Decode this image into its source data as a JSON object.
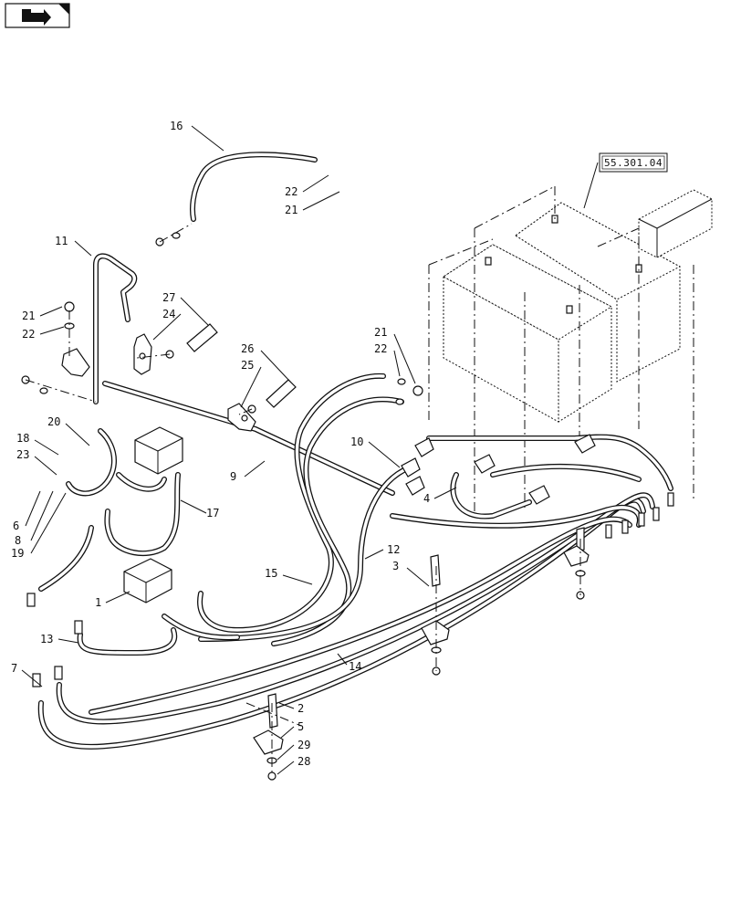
{
  "nav_icon": "page-arrow-icon",
  "reference_box": "55.301.04",
  "callouts": [
    {
      "label": "16"
    },
    {
      "label": "22"
    },
    {
      "label": "21"
    },
    {
      "label": "11"
    },
    {
      "label": "27"
    },
    {
      "label": "24"
    },
    {
      "label": "21"
    },
    {
      "label": "22"
    },
    {
      "label": "21"
    },
    {
      "label": "22"
    },
    {
      "label": "26"
    },
    {
      "label": "25"
    },
    {
      "label": "20"
    },
    {
      "label": "18"
    },
    {
      "label": "23"
    },
    {
      "label": "10"
    },
    {
      "label": "9"
    },
    {
      "label": "4"
    },
    {
      "label": "17"
    },
    {
      "label": "6"
    },
    {
      "label": "8"
    },
    {
      "label": "19"
    },
    {
      "label": "12"
    },
    {
      "label": "3"
    },
    {
      "label": "15"
    },
    {
      "label": "1"
    },
    {
      "label": "13"
    },
    {
      "label": "14"
    },
    {
      "label": "7"
    },
    {
      "label": "2"
    },
    {
      "label": "5"
    },
    {
      "label": "29"
    },
    {
      "label": "28"
    }
  ]
}
